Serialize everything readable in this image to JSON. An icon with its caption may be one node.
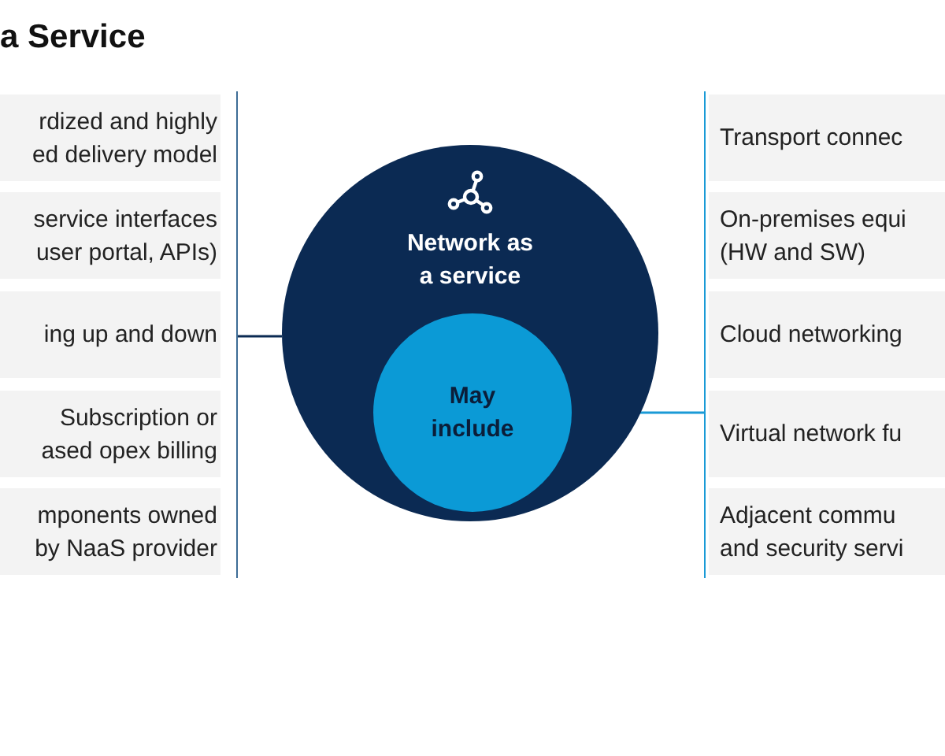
{
  "diagram": {
    "title": "a Service",
    "nodes": [
      {
        "text": [],
        "shape": "box"
      },
      {
        "text": [
          "rdized and highly ed delivery model"
        ],
        "in": 0
      },
      {
        "text": [
          "service interfaces user portal, APIs)"
        ],
        "in": 0
      },
      {
        "text": [
          "ing up and down"
        ],
        "in": 0
      },
      {
        "text": [
          "Subscription or ased opex billing"
        ],
        "in": 0
      },
      {
        "text": [
          "mponents owned by NaaS provider"
        ],
        "in": 0
      },
      {
        "text": [
          "Network as a service"
        ]
      },
      {
        "text": [
          "May include"
        ],
        "in": 6
      },
      {
        "text": [],
        "shape": "box"
      },
      {
        "text": [
          "Transport connec"
        ],
        "in": 8
      },
      {
        "text": [
          "On-premises equi (HW and SW)"
        ],
        "in": 8
      },
      {
        "text": [
          "Cloud networking"
        ],
        "in": 8
      },
      {
        "text": [
          "Virtual network fu"
        ],
        "in": 8
      },
      {
        "text": [
          "Adjacent commu and security servi"
        ],
        "in": 8
      }
    ],
    "edges": [
      {
        "from": 6,
        "to": 0,
        "arrow": "none"
      },
      {
        "from": 7,
        "to": 8,
        "arrow": "none",
        "color": "#1a9ad6"
      }
    ]
  }
}
